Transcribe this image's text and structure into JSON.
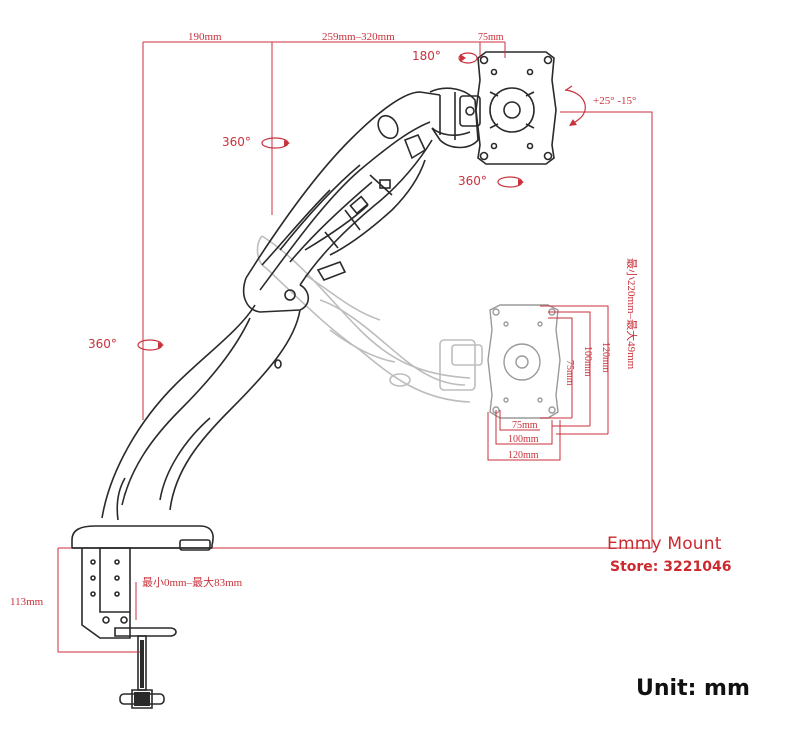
{
  "dimensions": {
    "arm_reach_1": "190mm",
    "arm_reach_2": "259mm–320mm",
    "vesa_top": "75mm",
    "height_range": "最小220mm–最大49mm",
    "vesa_h_75": "75mm",
    "vesa_h_100": "100mm",
    "vesa_h_120": "120mm",
    "vesa_w_75": "75mm",
    "vesa_w_100": "100mm",
    "vesa_w_120": "120mm",
    "clamp_height": "113mm",
    "clamp_range": "最小0mm–最大83mm"
  },
  "rotations": {
    "swivel_top": "180°",
    "rotate_mid": "360°",
    "rotate_base": "360°",
    "rotate_head": "360°",
    "tilt": "+25°  -15°"
  },
  "brand": {
    "name": "Emmy Mount",
    "store": "Store: 3221046"
  },
  "unit_label": "Unit: mm",
  "colors": {
    "dimension": "#c8323c",
    "line_art": "#2a2a2a",
    "ghost": "#bdbdbd"
  },
  "icons": [
    "rotate-arrow-icon",
    "tilt-arrow-icon"
  ]
}
